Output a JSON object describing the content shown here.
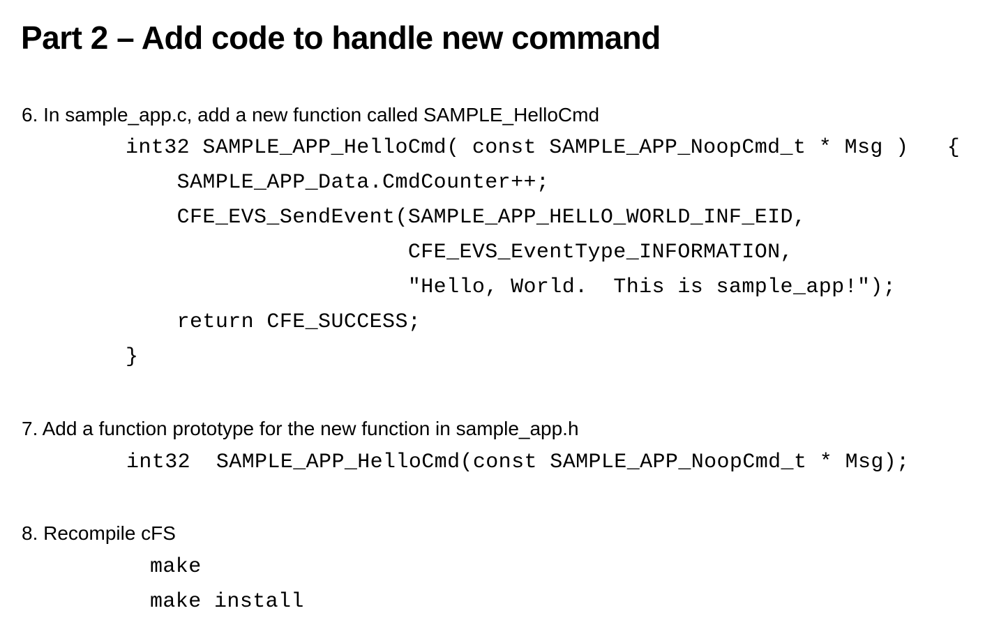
{
  "document": {
    "title": "Part 2 – Add code to handle new command"
  },
  "steps": [
    {
      "heading": "6. In sample_app.c, add a new function called SAMPLE_HelloCmd",
      "code": "int32 SAMPLE_APP_HelloCmd( const SAMPLE_APP_NoopCmd_t * Msg )   {\n    SAMPLE_APP_Data.CmdCounter++;\n    CFE_EVS_SendEvent(SAMPLE_APP_HELLO_WORLD_INF_EID,\n                      CFE_EVS_EventType_INFORMATION,\n                      \"Hello, World.  This is sample_app!\");\n    return CFE_SUCCESS;\n}"
    },
    {
      "heading": "7. Add a function prototype for the new function in sample_app.h",
      "code": "int32  SAMPLE_APP_HelloCmd(const SAMPLE_APP_NoopCmd_t * Msg);"
    },
    {
      "heading": "8. Recompile cFS",
      "code": "make\nmake install"
    }
  ],
  "colors": {
    "background": "#ffffff",
    "text": "#000000"
  }
}
